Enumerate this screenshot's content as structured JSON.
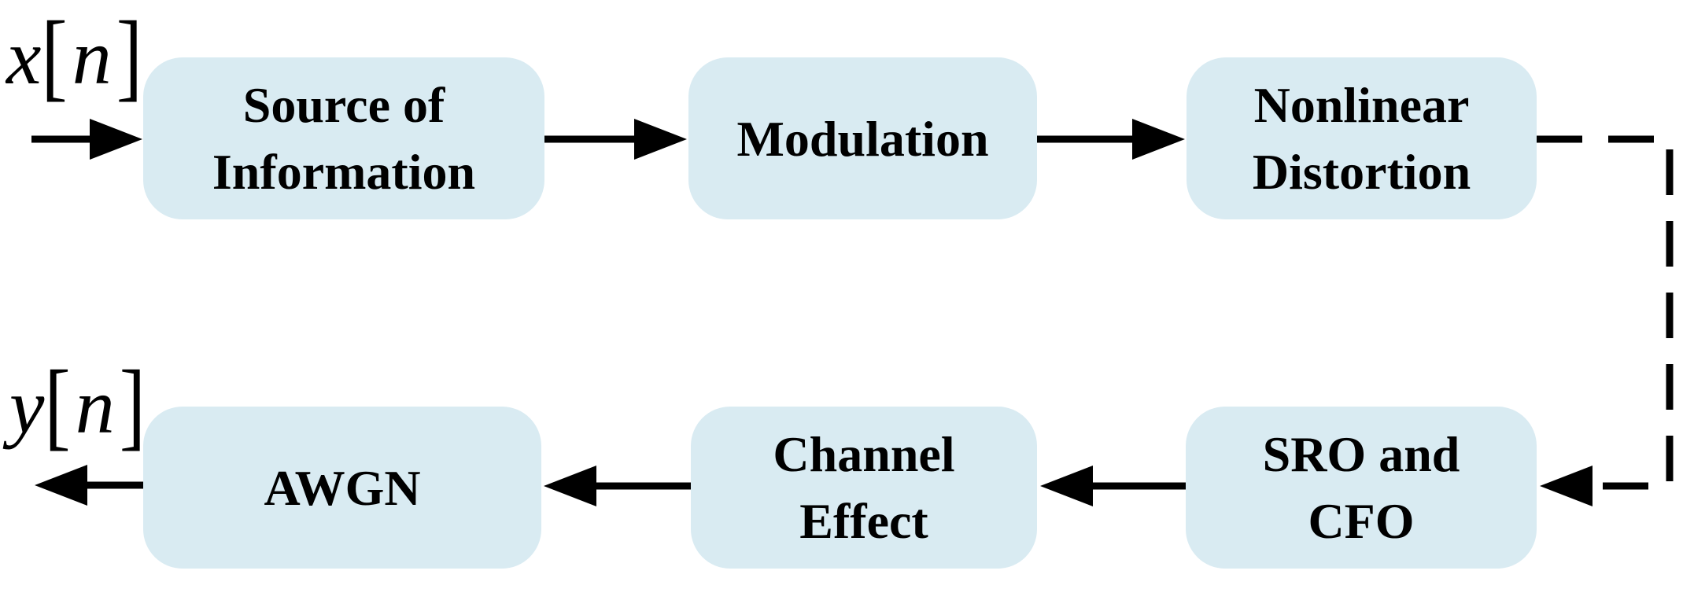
{
  "diagram_type": "signal-processing block diagram",
  "colors": {
    "background": "#ffffff",
    "block_fill": "#d9ebf2",
    "line": "#000000",
    "text": "#000000"
  },
  "signals": {
    "input": {
      "var": "x",
      "open": "[",
      "inner": "n",
      "close": "]"
    },
    "output": {
      "var": "y",
      "open": "[",
      "inner": "n",
      "close": "]"
    }
  },
  "blocks": [
    {
      "id": "source-of-information",
      "lines": [
        "Source of",
        "Information"
      ]
    },
    {
      "id": "modulation",
      "lines": [
        "Modulation"
      ]
    },
    {
      "id": "nonlinear-distortion",
      "lines": [
        "Nonlinear",
        "Distortion"
      ]
    },
    {
      "id": "awgn",
      "lines": [
        "AWGN"
      ]
    },
    {
      "id": "channel-effect",
      "lines": [
        "Channel",
        "Effect"
      ]
    },
    {
      "id": "sro-and-cfo",
      "lines": [
        "SRO and",
        "CFO"
      ]
    }
  ],
  "connections": [
    {
      "from": "x[n] input",
      "to": "Source of Information",
      "style": "solid"
    },
    {
      "from": "Source of Information",
      "to": "Modulation",
      "style": "solid"
    },
    {
      "from": "Modulation",
      "to": "Nonlinear Distortion",
      "style": "solid"
    },
    {
      "from": "Nonlinear Distortion",
      "to": "SRO and CFO",
      "style": "dashed"
    },
    {
      "from": "SRO and CFO",
      "to": "Channel Effect",
      "style": "solid"
    },
    {
      "from": "Channel Effect",
      "to": "AWGN",
      "style": "solid"
    },
    {
      "from": "AWGN",
      "to": "y[n] output",
      "style": "solid"
    }
  ]
}
